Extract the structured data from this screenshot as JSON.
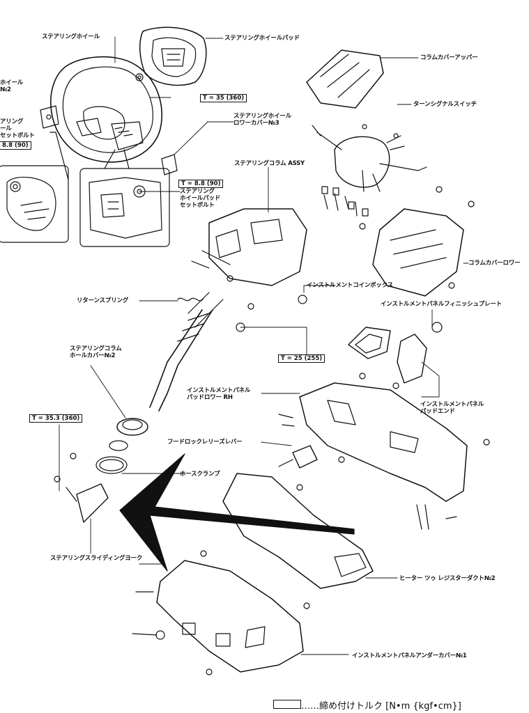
{
  "labels": {
    "steering_wheel": "ステアリングホイール",
    "steering_wheel_pad": "ステアリングホイールパッド",
    "column_cover_upper": "コラムカバーアッパー",
    "turn_signal_switch": "ターンシグナルスイッチ",
    "wheel_lower_cover": "ステアリングホイール\nロワーカバー№3",
    "steering_column_assy": "ステアリングコラム ASSY",
    "wheel_pad_set_bolt": "ステアリング\nホイールパッド\nセットボルト",
    "left_wheel_cover": "ホイール\n№2",
    "left_pad_set_bolt": "アリング\nール\nセットボルト",
    "column_cover_lower": "コラムカバーロワー",
    "coin_box": "インストルメントコインボックス",
    "finish_plate": "インストルメントパネルフィニッシュプレート",
    "return_spring": "リターンスプリング",
    "column_hole_cover": "ステアリングコラム\nホールカバー№2",
    "panel_pad_lower_rh": "インストルメントパネル\nパッドロワー RH",
    "panel_pad_end": "インストルメントパネル\nパッドエンド",
    "hood_lock_release": "フードロックレリーズレバー",
    "hose_clamp": "ホースクランプ",
    "sliding_yoke": "ステアリングスライディングヨーク",
    "heater_duct": "ヒーター ツゥ レジスターダクト№2",
    "under_cover": "インストルメントパネルアンダーカバー№1"
  },
  "torques": {
    "t1": "T = 35 (360)",
    "t2": "T = 8.8 (90)",
    "t3": "T = 25 (255)",
    "t4": "T = 35.3 (360)",
    "t5": "8.8 (90)"
  },
  "legend": {
    "text": "……締め付けトルク [N•m {kgf•cm}]"
  }
}
